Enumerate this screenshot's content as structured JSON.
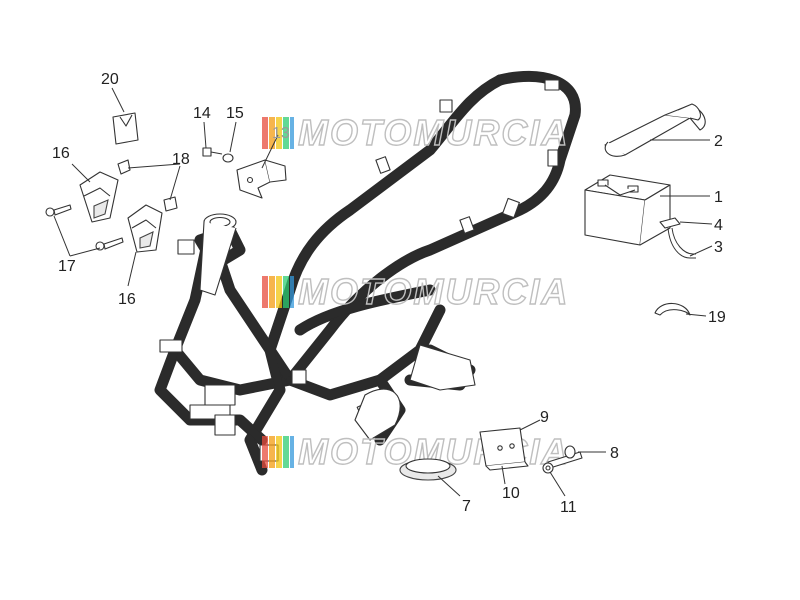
{
  "watermark": {
    "text": "MOTOMURCIA",
    "stripe_colors": [
      "#e74c3c",
      "#f39c12",
      "#f1c40f",
      "#2ecc71",
      "#3498db"
    ]
  },
  "callouts": {
    "c1": "1",
    "c2": "2",
    "c3": "3",
    "c4": "4",
    "c7": "7",
    "c8": "8",
    "c9": "9",
    "c10": "10",
    "c11": "11",
    "c13": "13",
    "c14": "14",
    "c15": "15",
    "c16a": "16",
    "c16b": "16",
    "c17": "17",
    "c18": "18",
    "c19": "19",
    "c20": "20"
  }
}
